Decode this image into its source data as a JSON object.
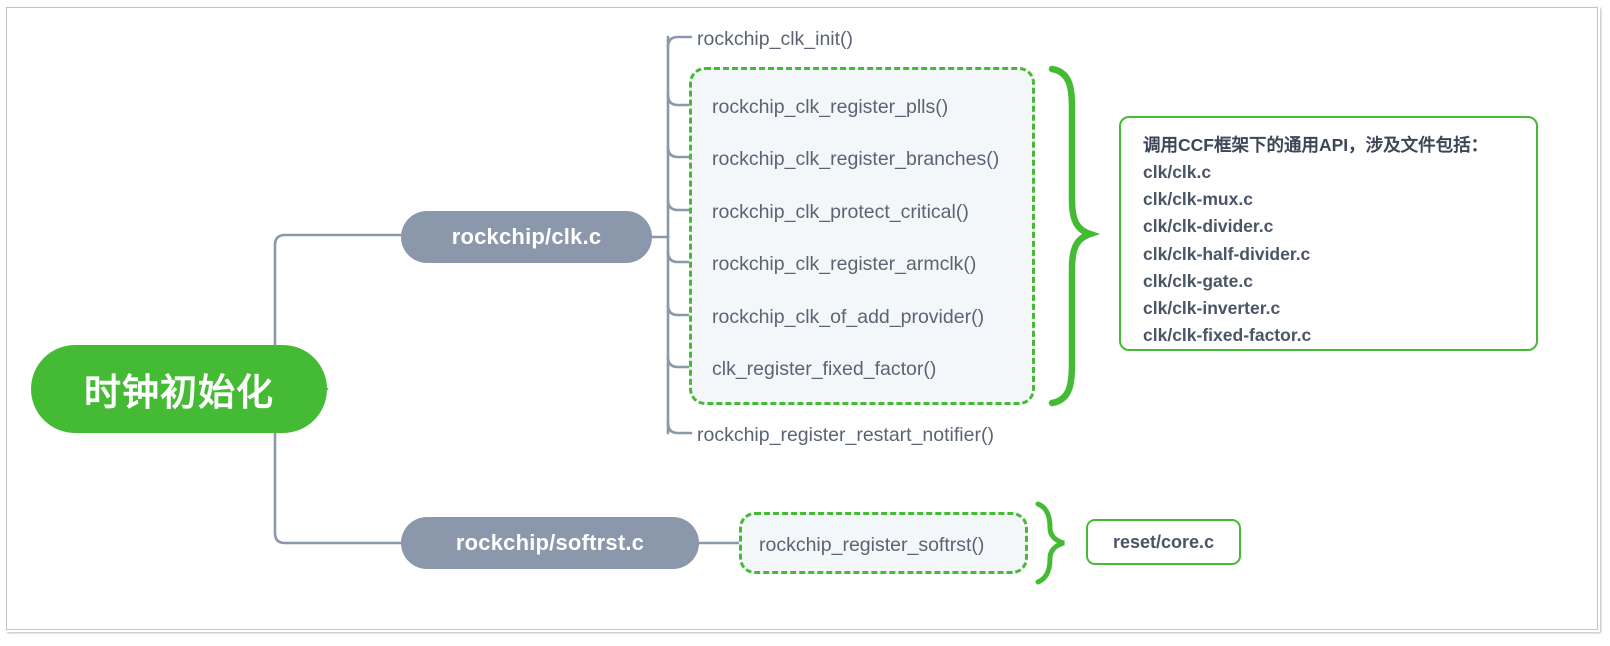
{
  "diagram": {
    "title_root": "时钟初始化",
    "branches": [
      {
        "id": "clk",
        "label": "rockchip/clk.c",
        "leaves": [
          "rockchip_clk_init()",
          "rockchip_clk_register_plls()",
          "rockchip_clk_register_branches()",
          "rockchip_clk_protect_critical()",
          "rockchip_clk_register_armclk()",
          "rockchip_clk_of_add_provider()",
          "clk_register_fixed_factor()",
          "rockchip_register_restart_notifier()"
        ]
      },
      {
        "id": "softrst",
        "label": "rockchip/softrst.c",
        "leaves": [
          "rockchip_register_softrst()"
        ]
      }
    ],
    "annotation": {
      "heading": "调用CCF框架下的通用API，涉及文件包括：",
      "files": [
        "clk/clk.c",
        "clk/clk-mux.c",
        "clk/clk-divider.c",
        "clk/clk-half-divider.c",
        "clk/clk-gate.c",
        "clk/clk-inverter.c",
        "clk/clk-fixed-factor.c"
      ]
    },
    "reset_core_label": "reset/core.c",
    "colors": {
      "root_green": "#45bb35",
      "branch_gray": "#8b97ab",
      "leaf_text": "#5b6472",
      "dashed_fill": "#f4f7f9",
      "connector": "#8b97ab",
      "frame_border": "#c2c4c6"
    }
  }
}
